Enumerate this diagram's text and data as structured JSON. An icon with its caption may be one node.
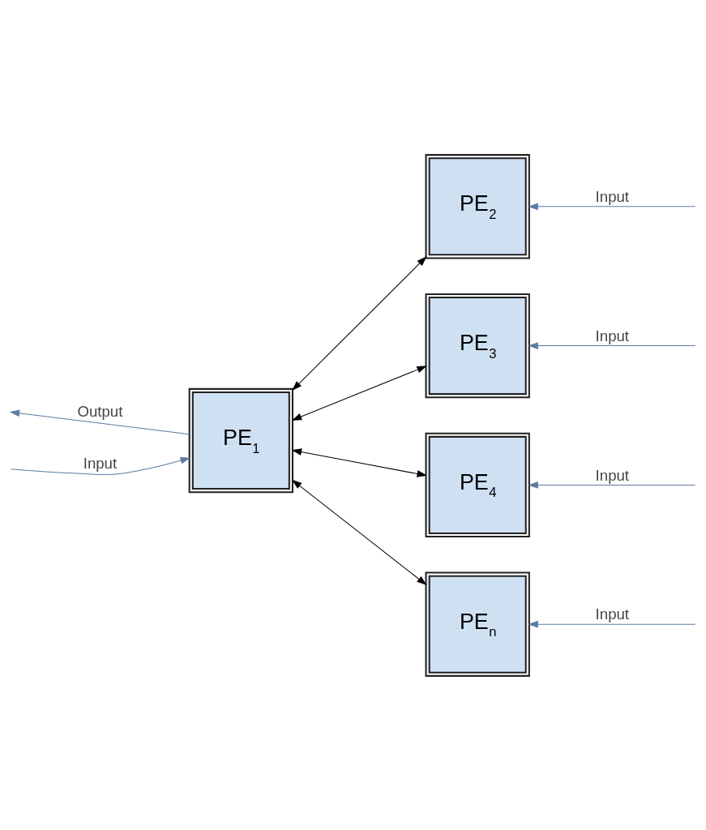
{
  "diagram": {
    "nodes": [
      {
        "text": [
          "PE$_{1}$"
        ]
      },
      {
        "text": [
          "PE$_{2}$"
        ]
      },
      {
        "text": [
          "PE$_{3}$"
        ]
      },
      {
        "text": [
          "PE$_{4}$"
        ]
      },
      {
        "text": [
          "PE$_{n}$"
        ]
      }
    ],
    "edges": [
      {
        "from": 0,
        "to": 1,
        "arrow": "both",
        "color": "#000000"
      },
      {
        "from": 0,
        "to": 2,
        "arrow": "both",
        "color": "#000000"
      },
      {
        "from": 0,
        "to": 3,
        "arrow": "both",
        "color": "#000000"
      },
      {
        "from": 0,
        "to": 4,
        "arrow": "both",
        "color": "#000000"
      },
      {
        "from": null,
        "to": 0,
        "arrow": "to",
        "label": "Input",
        "color": "#5b7ba3"
      },
      {
        "from": 0,
        "to": null,
        "arrow": "to",
        "label": "Output",
        "color": "#5b7ba3"
      },
      {
        "from": null,
        "to": 1,
        "arrow": "to",
        "label": "Input",
        "color": "#5b7ba3"
      },
      {
        "from": null,
        "to": 2,
        "arrow": "to",
        "label": "Input",
        "color": "#5b7ba3"
      },
      {
        "from": null,
        "to": 3,
        "arrow": "to",
        "label": "Input",
        "color": "#5b7ba3"
      },
      {
        "from": null,
        "to": 4,
        "arrow": "to",
        "label": "Input",
        "color": "#5b7ba3"
      }
    ]
  }
}
